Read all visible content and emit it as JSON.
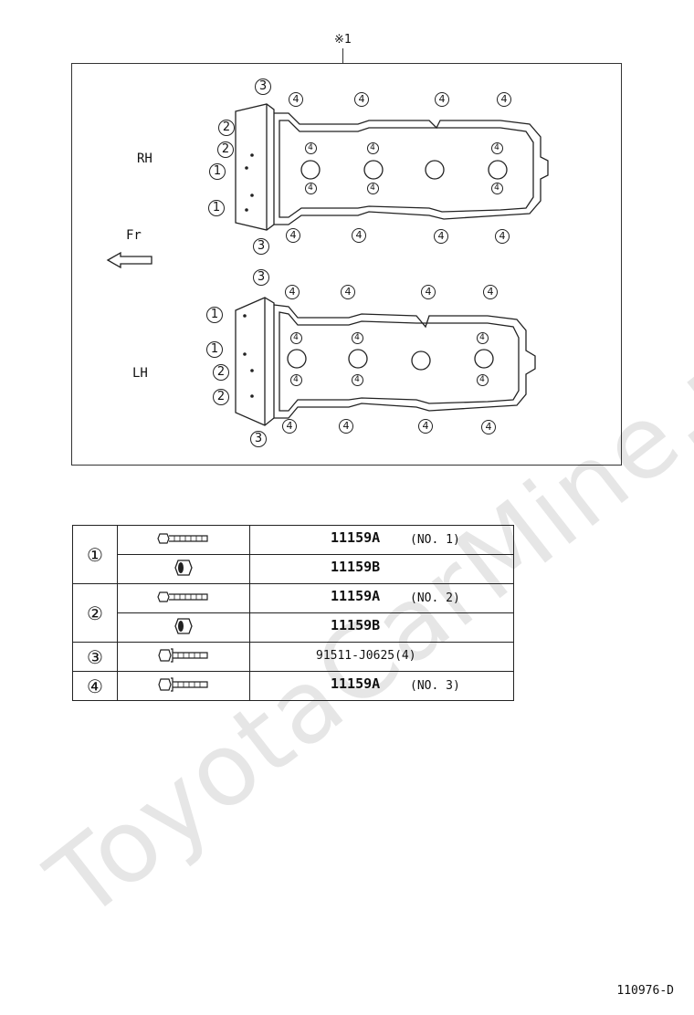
{
  "top_mark": "※1",
  "labels": {
    "rh": "RH",
    "lh": "LH",
    "fr": "Fr"
  },
  "callouts": {
    "c1": "1",
    "c2": "2",
    "c3": "3",
    "c4": "4"
  },
  "table": {
    "rows": [
      {
        "index": "①",
        "icon": "bolt-icon",
        "part": "11159A",
        "note": "(NO. 1)"
      },
      {
        "index": "①",
        "icon": "washer-icon",
        "part": "11159B",
        "note": ""
      },
      {
        "index": "②",
        "icon": "bolt-icon",
        "part": "11159A",
        "note": "(NO. 2)"
      },
      {
        "index": "②",
        "icon": "washer-icon",
        "part": "11159B",
        "note": ""
      },
      {
        "index": "③",
        "icon": "flange-bolt-icon",
        "part": "91511-J0625(4)",
        "note": ""
      },
      {
        "index": "④",
        "icon": "flange-bolt-icon",
        "part": "11159A",
        "note": "(NO. 3)"
      }
    ]
  },
  "watermark": "ToyotaCarMine.ru",
  "footer_code": "110976-D"
}
